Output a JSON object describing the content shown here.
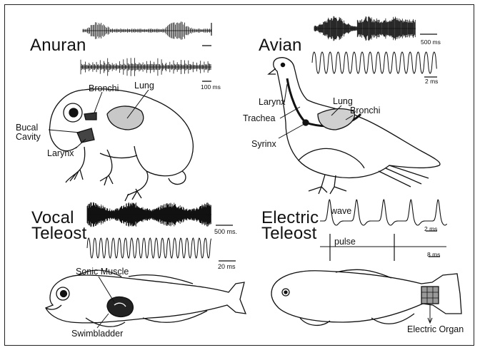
{
  "panels": {
    "anuran": {
      "title": "Anuran",
      "scale_bar_1": "",
      "scale_bar_2": "100 ms",
      "labels": {
        "bronchi": "Bronchi",
        "lung": "Lung",
        "bucal_cavity": "Bucal\nCavity",
        "larynx": "Larynx"
      }
    },
    "avian": {
      "title": "Avian",
      "scale_bar_1": "500 ms",
      "scale_bar_2": "2 ms",
      "labels": {
        "larynx": "Larynx",
        "trachea": "Trachea",
        "syrinx": "Syrinx",
        "lung": "Lung",
        "bronchi": "Bronchi"
      }
    },
    "vocal_teleost": {
      "title": "Vocal\nTeleost",
      "scale_bar_1": "500 ms.",
      "scale_bar_2": "20 ms",
      "labels": {
        "sonic_muscle": "Sonic Muscle",
        "swimbladder": "Swimbladder"
      }
    },
    "electric_teleost": {
      "title": "Electric\nTeleost",
      "scale_bar_1": "2 ms",
      "scale_bar_2": "8 ms",
      "labels": {
        "wave": "wave",
        "pulse": "pulse",
        "electric_organ": "Electric Organ"
      }
    }
  },
  "colors": {
    "ink": "#111111",
    "frame": "#222222",
    "background": "#ffffff"
  }
}
